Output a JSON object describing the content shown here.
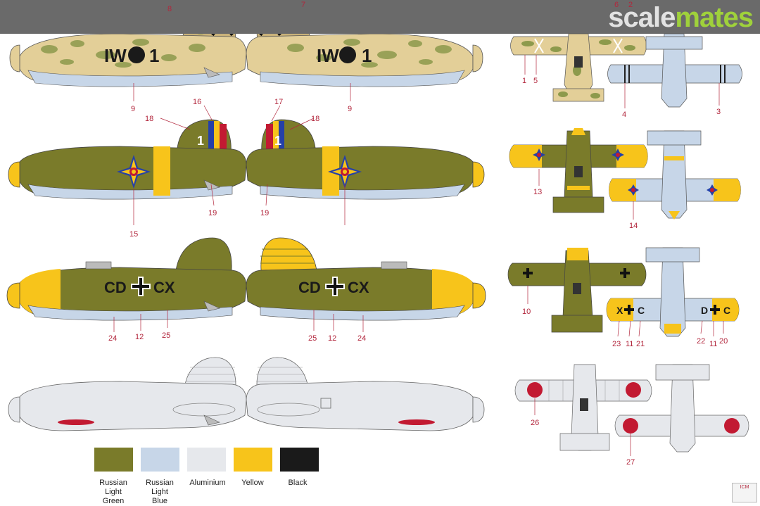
{
  "header": {
    "brand_part1": "scale",
    "brand_part2": "mates"
  },
  "colors": {
    "russian_light_green": "#7a7b2a",
    "russian_light_blue": "#c7d6e8",
    "aluminium": "#e6e8ec",
    "yellow": "#f7c41b",
    "black": "#1a1a1a",
    "sand": "#e3cf98",
    "camo_green": "#8d9a4c",
    "roundel_red": "#c21a32"
  },
  "markings": {
    "p1_code_left": "IW",
    "p1_code_right": "1",
    "p2_fin": "1",
    "p3_code_left": "CD",
    "p3_code_right": "CX",
    "wing_code_1": "X",
    "wing_code_2": "C",
    "wing_code_3": "C",
    "wing_code_4": "D"
  },
  "callouts": {
    "n1": "1",
    "n2": "2",
    "n3": "3",
    "n4": "4",
    "n5": "5",
    "n6": "6",
    "n7": "7",
    "n8": "8",
    "n9": "9",
    "n10": "10",
    "n11": "11",
    "n12": "12",
    "n13": "13",
    "n14": "14",
    "n15": "15",
    "n16": "16",
    "n17": "17",
    "n18": "18",
    "n19": "19",
    "n20": "20",
    "n21": "21",
    "n22": "22",
    "n23": "23",
    "n24": "24",
    "n25": "25",
    "n26": "26",
    "n27": "27"
  },
  "legend": [
    {
      "label": "Russian\nLight\nGreen",
      "color": "#7a7b2a"
    },
    {
      "label": "Russian\nLight\nBlue",
      "color": "#c7d6e8"
    },
    {
      "label": "Aluminium",
      "color": "#e6e8ec"
    },
    {
      "label": "Yellow",
      "color": "#f7c41b"
    },
    {
      "label": "Black",
      "color": "#1a1a1a"
    }
  ],
  "publisher_logo": "ICM"
}
